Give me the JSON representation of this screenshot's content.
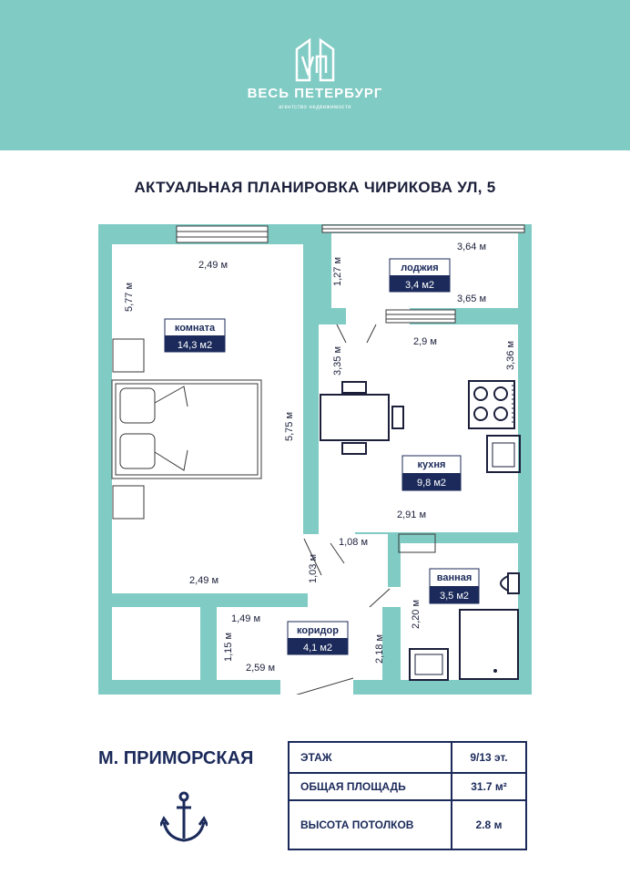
{
  "brand": {
    "name": "ВЕСЬ ПЕТЕРБУРГ",
    "tagline": "агентство недвижимости",
    "colors": {
      "header": "#80cbc4",
      "wall": "#80cbc4",
      "label_bg": "#1b2a5a"
    }
  },
  "title": "АКТУАЛЬНАЯ ПЛАНИРОВКА  ЧИРИКОВА УЛ, 5",
  "plan": {
    "rooms": {
      "room": {
        "name": "комната",
        "area": "14,3 м2"
      },
      "loggia": {
        "name": "лоджия",
        "area": "3,4 м2"
      },
      "kitchen": {
        "name": "кухня",
        "area": "9,8 м2"
      },
      "bathroom": {
        "name": "ванная",
        "area": "3,5 м2"
      },
      "corridor": {
        "name": "коридор",
        "area": "4,1 м2"
      }
    },
    "dims": {
      "room_top": "2,49 м",
      "room_left": "5,77 м",
      "room_right": "5,75 м",
      "room_bottom": "2,49 м",
      "loggia_left": "1,27 м",
      "loggia_top": "3,64 м",
      "loggia_bottom": "3,65 м",
      "kitchen_top": "2,9 м",
      "kitchen_left": "3,35 м",
      "kitchen_right": "3,36 м",
      "kitchen_bottom": "2,91 м",
      "door_108": "1,08 м",
      "door_103": "1,03 м",
      "bath_left": "2,20 м",
      "corr_149": "1,49 м",
      "corr_115": "1,15 м",
      "corr_259": "2,59 м",
      "corr_218": "2,18 м"
    }
  },
  "metro": "М. ПРИМОРСКАЯ",
  "info": {
    "floor_label": "ЭТАЖ",
    "floor_value": "9/13 эт.",
    "area_label": "ОБЩАЯ ПЛОЩАДЬ",
    "area_value": "31.7 м²",
    "height_label": "ВЫСОТА ПОТОЛКОВ",
    "height_value": "2.8 м"
  },
  "icons": [
    "building-logo-icon",
    "anchor-icon",
    "bed-icon",
    "dining-table-icon",
    "stove-icon",
    "sink-icon",
    "toilet-icon",
    "shower-icon",
    "washing-machine-icon"
  ]
}
